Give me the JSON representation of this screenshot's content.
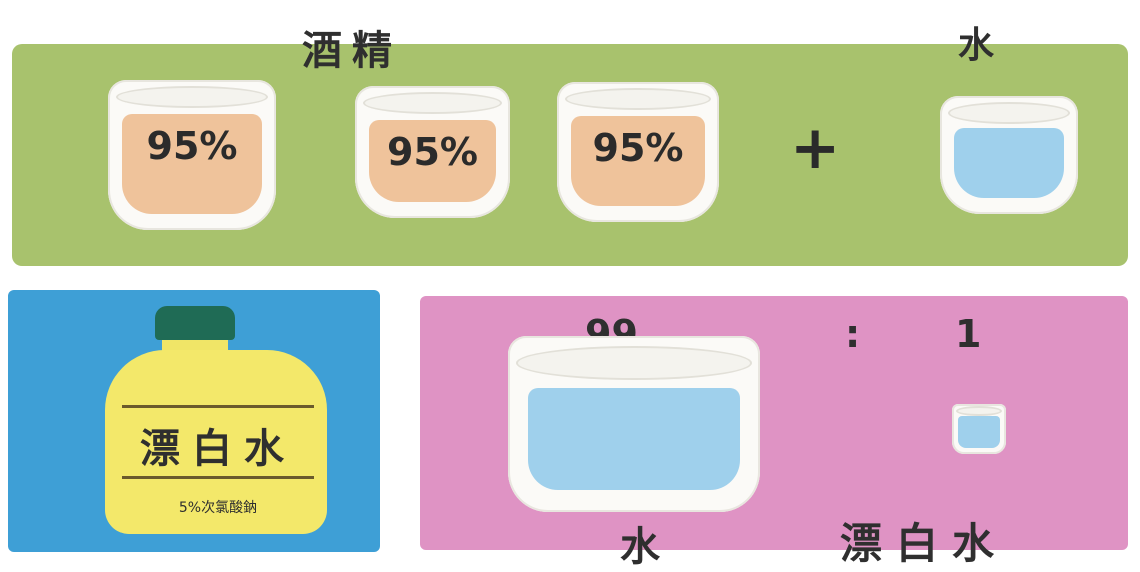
{
  "top_panel": {
    "title_alcohol": "酒精",
    "title_water": "水",
    "alcohol_glasses": [
      {
        "label": "95%"
      },
      {
        "label": "95%"
      },
      {
        "label": "95%"
      }
    ],
    "plus_sign": "+"
  },
  "bleach_panel": {
    "bottle_label": "漂白水",
    "bottle_sublabel": "5%次氯酸鈉"
  },
  "ratio_panel": {
    "ratio_left": "99",
    "ratio_colon": ":",
    "ratio_right": "1",
    "label_water": "水",
    "label_bleach": "漂白水"
  },
  "colors": {
    "green_panel": "#a8c26d",
    "blue_panel": "#3e9fd6",
    "pink_panel": "#df93c4",
    "alcohol_liquid": "#efc39b",
    "water_liquid": "#9fd0ec",
    "bottle_cap": "#1f6b55",
    "bottle_body": "#f3e86a"
  }
}
